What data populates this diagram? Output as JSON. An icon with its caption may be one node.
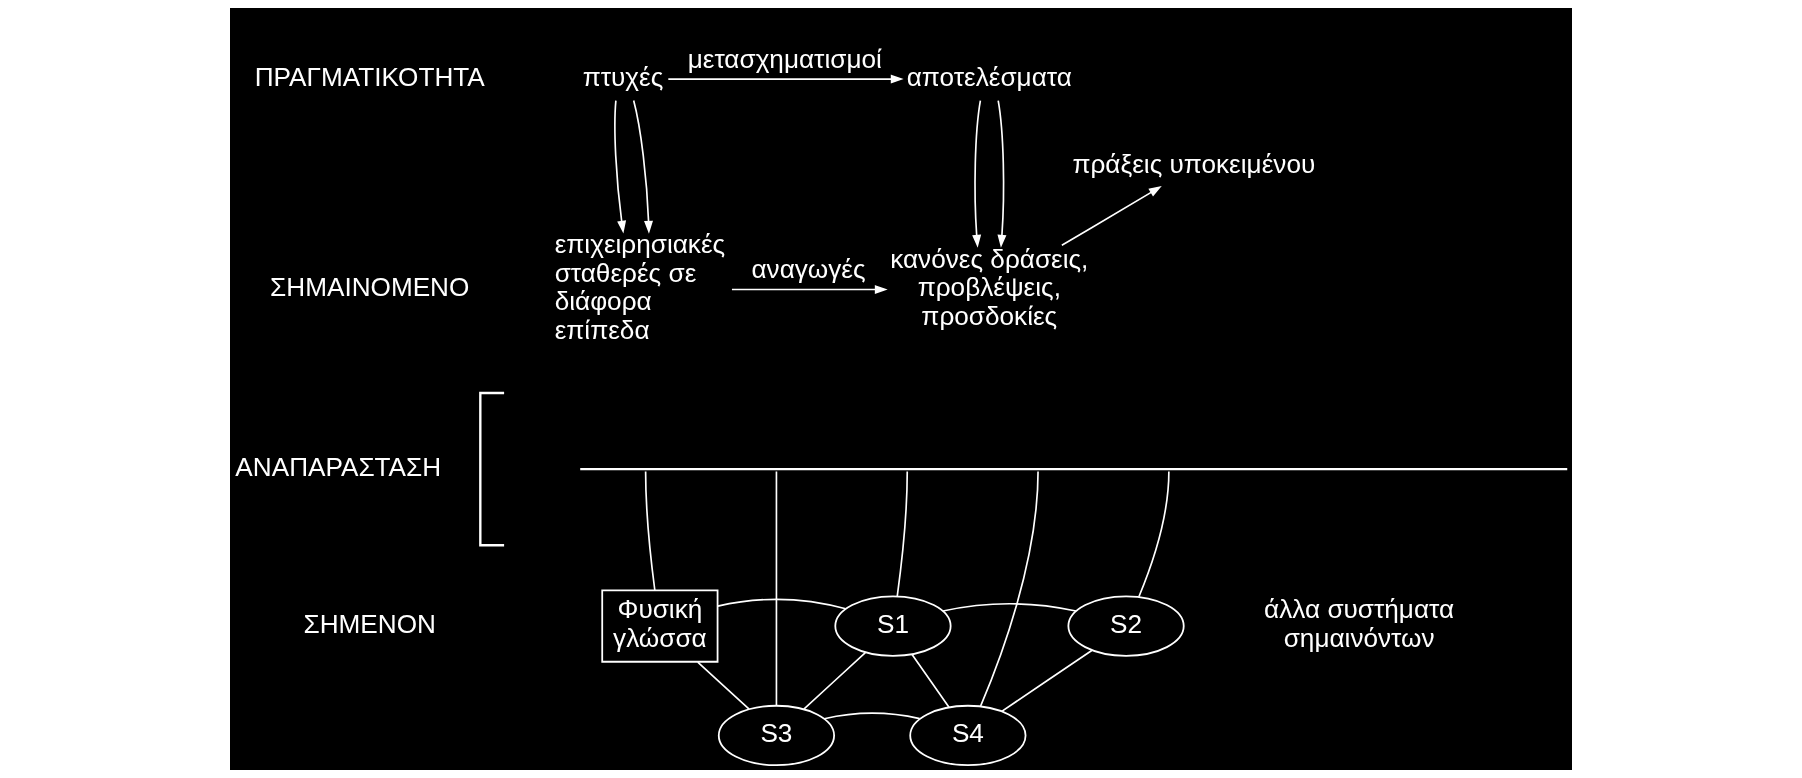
{
  "diagram": {
    "nodes": [
      {
        "text": [
          "πτυχές"
        ]
      },
      {
        "text": [
          "αποτελέσματα"
        ]
      },
      {
        "text": [
          "πράξεις υποκειμένου"
        ]
      },
      {
        "text": [
          "επιχειρησιακές σταθερές σε διάφορα επίπεδα"
        ]
      },
      {
        "text": [
          "κανόνες δράσεις, προβλέψεις, προσδοκίες"
        ]
      },
      {
        "text": [],
        "shape": "line"
      },
      {
        "text": [
          "Φυσική γλώσσα"
        ]
      },
      {
        "text": [
          "S1"
        ]
      },
      {
        "text": [
          "S2"
        ]
      },
      {
        "text": [
          "S3"
        ]
      },
      {
        "text": [
          "S4"
        ]
      }
    ],
    "edges": [
      {
        "from": 0,
        "to": 1,
        "arrow": "to",
        "label": "μετασχηματισμοί"
      },
      {
        "from": 0,
        "to": 3,
        "arrow": "to"
      },
      {
        "from": 0,
        "to": 3,
        "arrow": "to"
      },
      {
        "from": 1,
        "to": 4,
        "arrow": "to"
      },
      {
        "from": 1,
        "to": 4,
        "arrow": "to"
      },
      {
        "from": 4,
        "to": 2,
        "arrow": "to"
      },
      {
        "from": 3,
        "to": 4,
        "arrow": "to",
        "label": "αναγωγές"
      },
      {
        "from": 5,
        "to": 6,
        "arrow": "none"
      },
      {
        "from": 5,
        "to": 9,
        "arrow": "none"
      },
      {
        "from": 5,
        "to": 7,
        "arrow": "none"
      },
      {
        "from": 5,
        "to": 10,
        "arrow": "none"
      },
      {
        "from": 5,
        "to": 8,
        "arrow": "none"
      },
      {
        "from": 6,
        "to": 7,
        "arrow": "none"
      },
      {
        "from": 6,
        "to": 9,
        "arrow": "none"
      },
      {
        "from": 7,
        "to": 8,
        "arrow": "none"
      },
      {
        "from": 7,
        "to": 9,
        "arrow": "none"
      },
      {
        "from": 7,
        "to": 10,
        "arrow": "none"
      },
      {
        "from": 8,
        "to": 10,
        "arrow": "none"
      },
      {
        "from": 9,
        "to": 10,
        "arrow": "none"
      }
    ],
    "labels": [
      "ΠΡΑΓΜΑΤΙΚΟΤΗΤΑ",
      "ΑΝΑΠΑΡΑΣΤΑΣΗ",
      "ΣΗΜΑΙΝΟΜΕΝΟ",
      "ΣΗΜΕΝΟΝ",
      "άλλα συστήματα σημαινόντων"
    ]
  }
}
